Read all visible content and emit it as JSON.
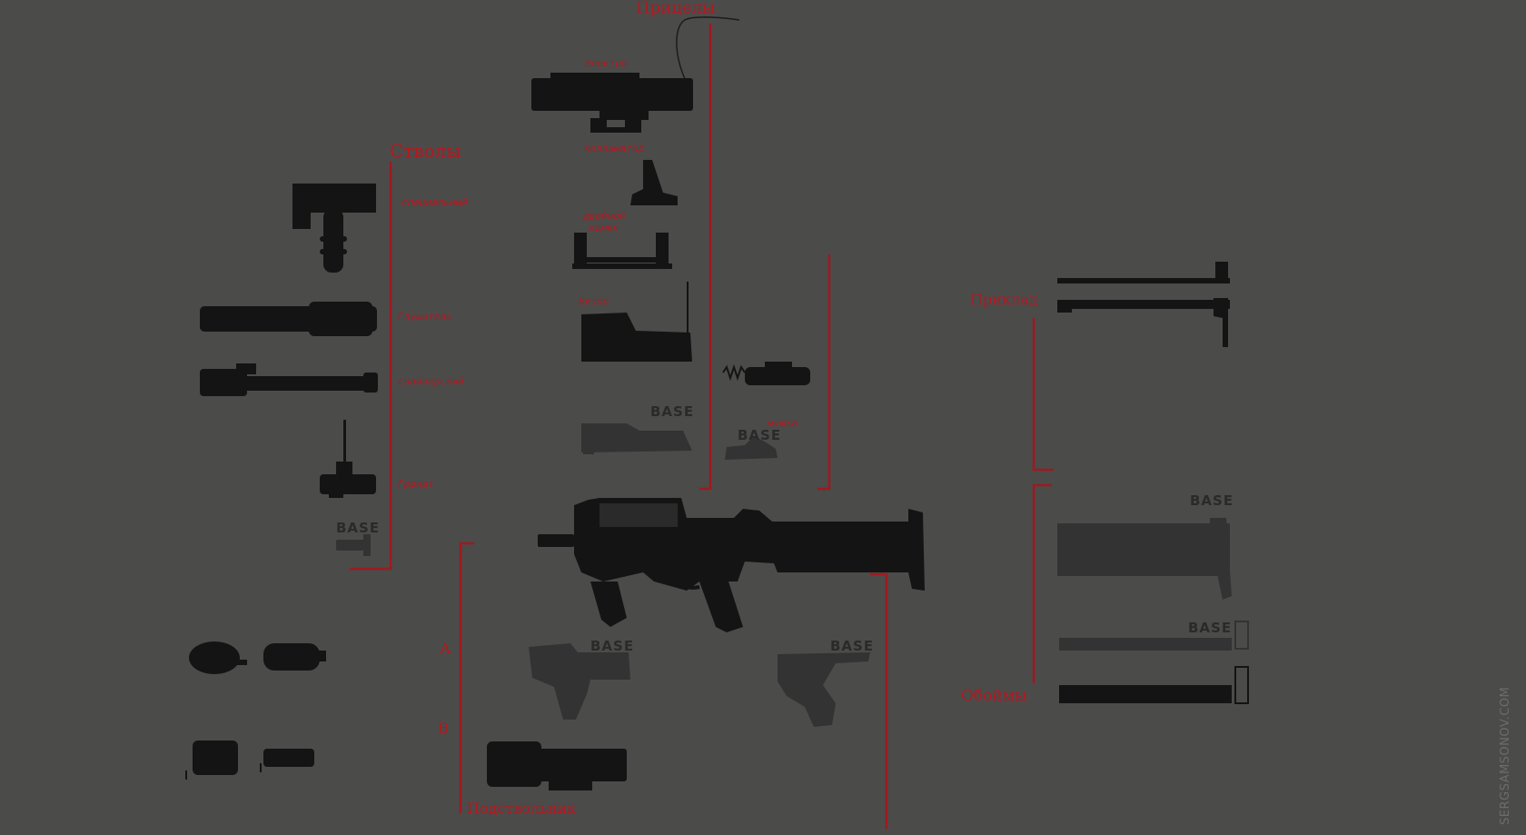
{
  "labels": {
    "sights": "Прицелы",
    "electro": "Электро",
    "collimator": "коллиматор",
    "double_sight": "двойной",
    "double_sight_2": "камин",
    "visor": "Визор",
    "front_sight": "мушка",
    "barrels": "Стволы",
    "special": "специальный",
    "silencer": "Глушитель",
    "sniper": "снайперский",
    "grenade": "Гранат",
    "underbarrel": "Подствольник",
    "option_a": "А",
    "option_b": "В",
    "stock": "Приклад",
    "magazines": "Обоймы"
  },
  "base_tags": {
    "sights": "BASE",
    "front_sight": "BASE",
    "barrel": "BASE",
    "grip_a": "BASE",
    "grip_right": "BASE",
    "stock": "BASE",
    "magazine": "BASE"
  },
  "watermark": "SERGSAMSONOV.COM",
  "colors": {
    "background": "#4b4b4a",
    "annotation_red": "#b3191f",
    "silhouette": "#141414",
    "base_silhouette": "#343434"
  }
}
